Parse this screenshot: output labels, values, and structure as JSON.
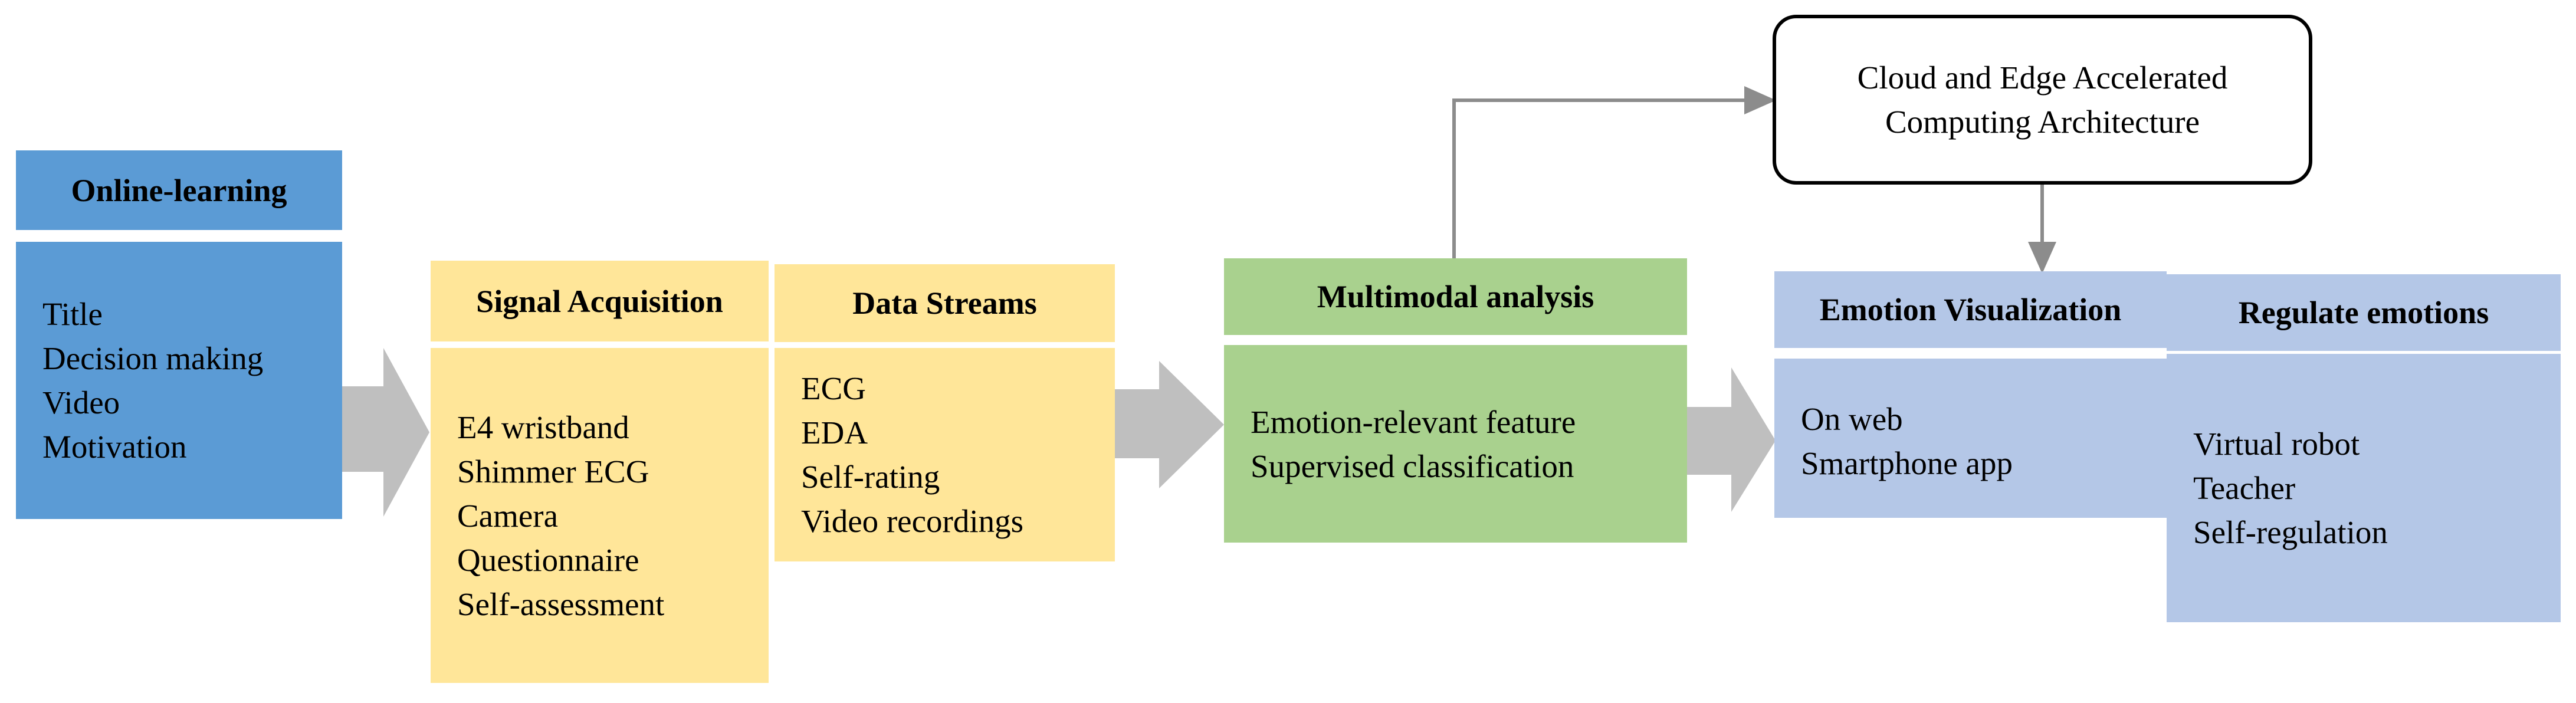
{
  "colors": {
    "online_learning": "#5b9bd5",
    "acquisition": "#ffe699",
    "analysis": "#a9d18e",
    "visualization": "#b4c7e7",
    "arrow_fill": "#bfbfbf",
    "connector": "#8c8c8c"
  },
  "online_learning": {
    "title": "Online-learning",
    "items": [
      "Title",
      "Decision making",
      "Video",
      "Motivation"
    ]
  },
  "signal_acquisition": {
    "title": "Signal Acquisition",
    "items": [
      "E4 wristband",
      "Shimmer ECG",
      "Camera",
      "Questionnaire",
      "Self-assessment"
    ]
  },
  "data_streams": {
    "title": "Data Streams",
    "items": [
      "ECG",
      "EDA",
      "Self-rating",
      "Video recordings"
    ]
  },
  "multimodal_analysis": {
    "title": "Multimodal analysis",
    "items": [
      "Emotion-relevant feature",
      "Supervised classification"
    ]
  },
  "cloud": {
    "lines": [
      "Cloud and Edge Accelerated",
      "Computing Architecture"
    ]
  },
  "emotion_visualization": {
    "title": "Emotion Visualization",
    "items": [
      "On web",
      "Smartphone app"
    ]
  },
  "regulate_emotions": {
    "title": "Regulate emotions",
    "items": [
      "Virtual robot",
      "Teacher",
      "Self-regulation"
    ]
  }
}
